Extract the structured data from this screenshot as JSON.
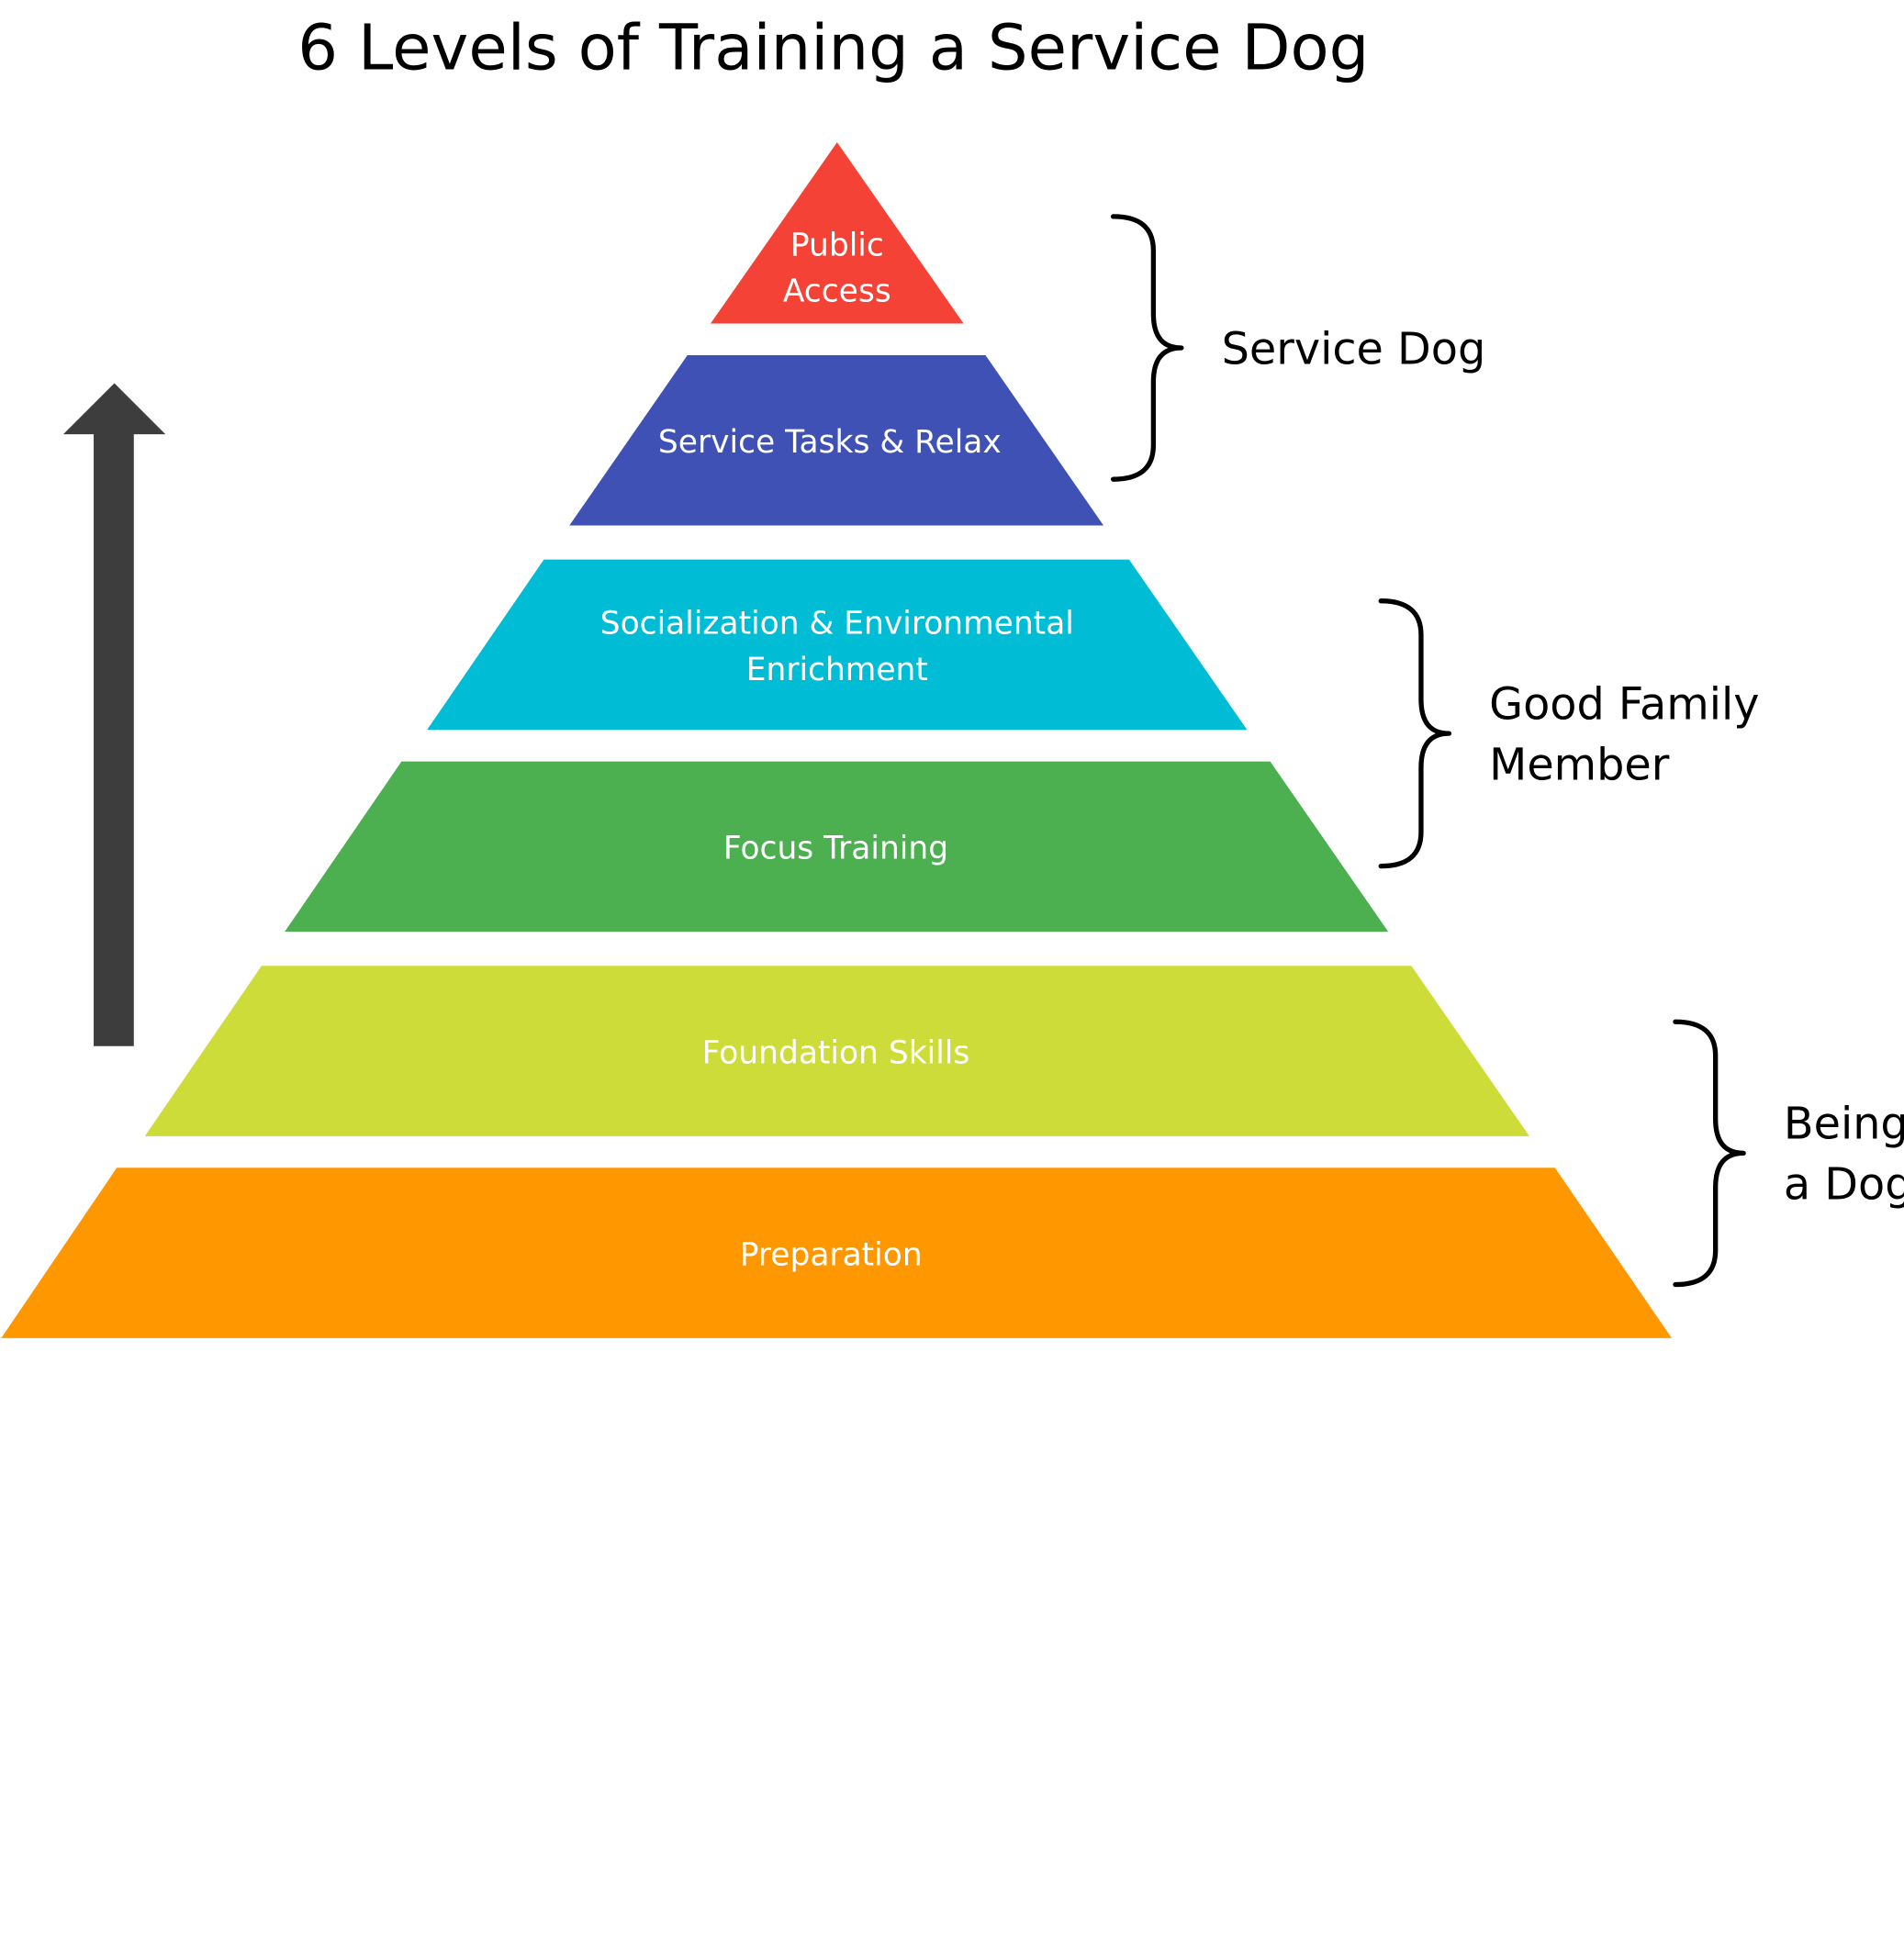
{
  "title": "6  Levels of Training a Service Dog",
  "levels": [
    {
      "lines": [
        "Public",
        "Access"
      ],
      "color": "#F44336"
    },
    {
      "lines": [
        "Service Tasks & Relax"
      ],
      "color": "#3F51B5"
    },
    {
      "lines": [
        "Socialization & Environmental",
        "Enrichment"
      ],
      "color": "#00BCD4"
    },
    {
      "lines": [
        "Focus Training"
      ],
      "color": "#4CAF50"
    },
    {
      "lines": [
        "Foundation Skills"
      ],
      "color": "#CDDC39"
    },
    {
      "lines": [
        "Preparation"
      ],
      "color": "#FF9800"
    }
  ],
  "groups": [
    {
      "lines": [
        "Service Dog"
      ]
    },
    {
      "lines": [
        "Good Family",
        "Member"
      ]
    },
    {
      "lines": [
        "Being",
        "a Dog"
      ]
    }
  ],
  "arrow": {
    "icon": "arrow-up-icon",
    "color": "#3D3D3D"
  }
}
